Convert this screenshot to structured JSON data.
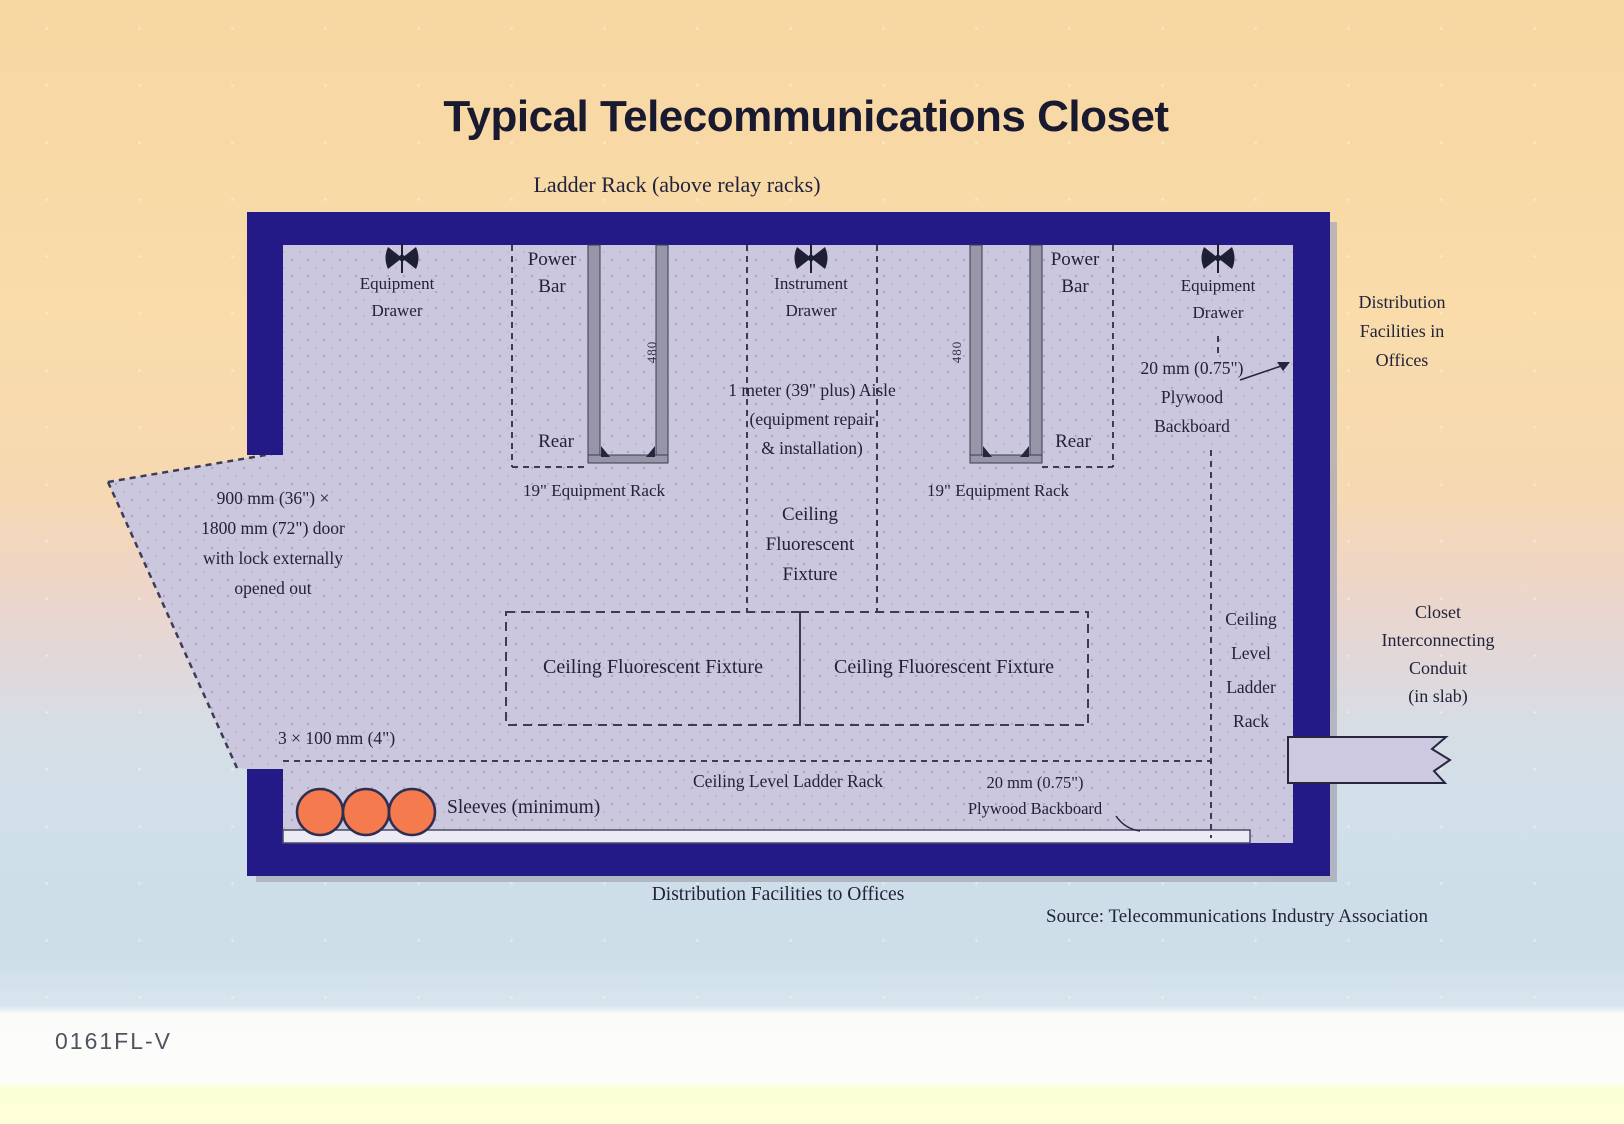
{
  "page": {
    "title": "Typical Telecommunications Closet",
    "code": "0161FL-V"
  },
  "labels": {
    "ladder_rack_top": "Ladder Rack (above relay racks)",
    "equip_drawer": [
      "Equipment",
      "Drawer"
    ],
    "instr_drawer": [
      "Instrument",
      "Drawer"
    ],
    "power_bar": [
      "Power",
      "Bar"
    ],
    "rear": "Rear",
    "rack19": "19\" Equipment Rack",
    "rack_dim": "480",
    "aisle": [
      "1 meter (39\" plus) Aisle",
      "(equipment repair",
      "& installation)"
    ],
    "ceil_fixture_stack": [
      "Ceiling",
      "Fluorescent",
      "Fixture"
    ],
    "ceil_fixture_line": "Ceiling Fluorescent Fixture",
    "door": [
      "900 mm (36\") ×",
      "1800 mm (72\") door",
      "with lock externally",
      "opened out"
    ],
    "plywood_right": [
      "20 mm (0.75\")",
      "Plywood",
      "Backboard"
    ],
    "ceil_ladder_stack": [
      "Ceiling",
      "Level",
      "Ladder",
      "Rack"
    ],
    "ceil_ladder_line": "Ceiling Level Ladder Rack",
    "plywood_bottom": [
      "20 mm (0.75\")",
      "Plywood Backboard"
    ],
    "sleeves_dim": "3 × 100 mm (4\")",
    "sleeves": "Sleeves (minimum)",
    "dist_in_offices": [
      "Distribution",
      "Facilities in",
      "Offices"
    ],
    "conduit": [
      "Closet",
      "Interconnecting",
      "Conduit",
      "(in slab)"
    ],
    "dist_to_offices": "Distribution Facilities to Offices",
    "source": "Source: Telecommunications Industry Association"
  },
  "colors": {
    "wall": "#231a87",
    "floor": "#cbc7df",
    "sleeve_orange": "#f57b4f",
    "dash": "#3c3c58"
  }
}
